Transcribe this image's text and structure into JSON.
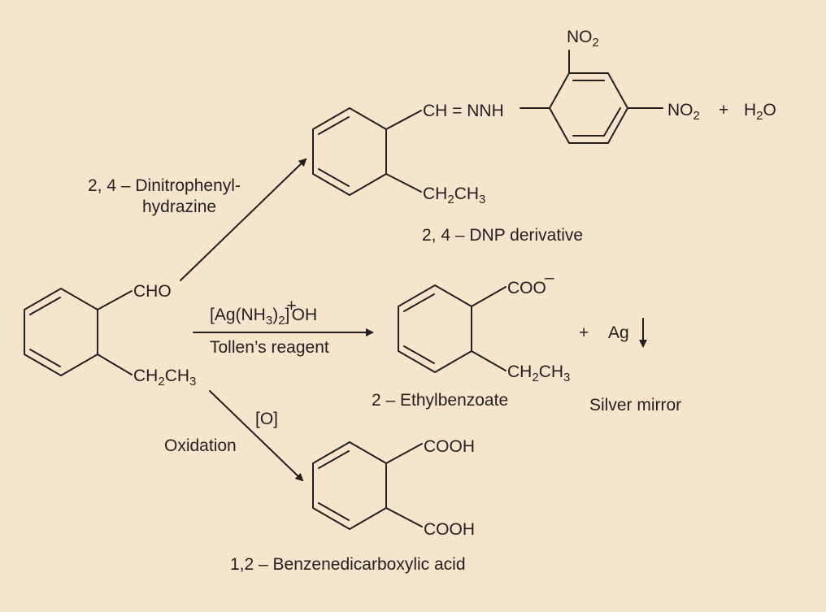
{
  "reactant": {
    "cho": "CHO",
    "ch2": "CH",
    "sub2": "2",
    "ch3": "CH",
    "sub3": "3"
  },
  "dnp": {
    "reagent_line1": "2, 4 – Dinitrophenyl-",
    "reagent_line2": "hydrazine",
    "linker": "CH = NNH",
    "no2_top": "NO",
    "no2_top_sub": "2",
    "no2_right": "NO",
    "no2_right_sub": "2",
    "plus": "+",
    "water_h": "H",
    "water_sub": "2",
    "water_o": "O",
    "ethyl_ch": "CH",
    "ethyl_sub2": "2",
    "ethyl_ch3": "CH",
    "ethyl_sub3": "3",
    "product_name": "2, 4  –  DNP derivative"
  },
  "tollens": {
    "reagent_bracket_open": "[Ag(NH",
    "reagent_sub3": "3",
    "reagent_close": ")",
    "reagent_sub2": "2",
    "reagent_bracket_close": "]",
    "reagent_plus": "+",
    "reagent_oh": "OH",
    "reagent_name": "Tollen’s reagent",
    "coo": "COO",
    "coo_charge": "–",
    "ethyl_ch": "CH",
    "ethyl_sub2": "2",
    "ethyl_ch3": "CH",
    "ethyl_sub3": "3",
    "product_name": "2 – Ethylbenzoate",
    "plus": "+",
    "ag": "Ag",
    "silver_mirror": "Silver mirror"
  },
  "oxidation": {
    "reagent_symbol": "[O]",
    "reagent_name": "Oxidation",
    "cooh_top": "COOH",
    "cooh_bottom": "COOH",
    "product_name": "1,2 –  Benzenedicarboxylic acid"
  },
  "colors": {
    "background": "#f7e4cc",
    "ink": "#231f20"
  }
}
